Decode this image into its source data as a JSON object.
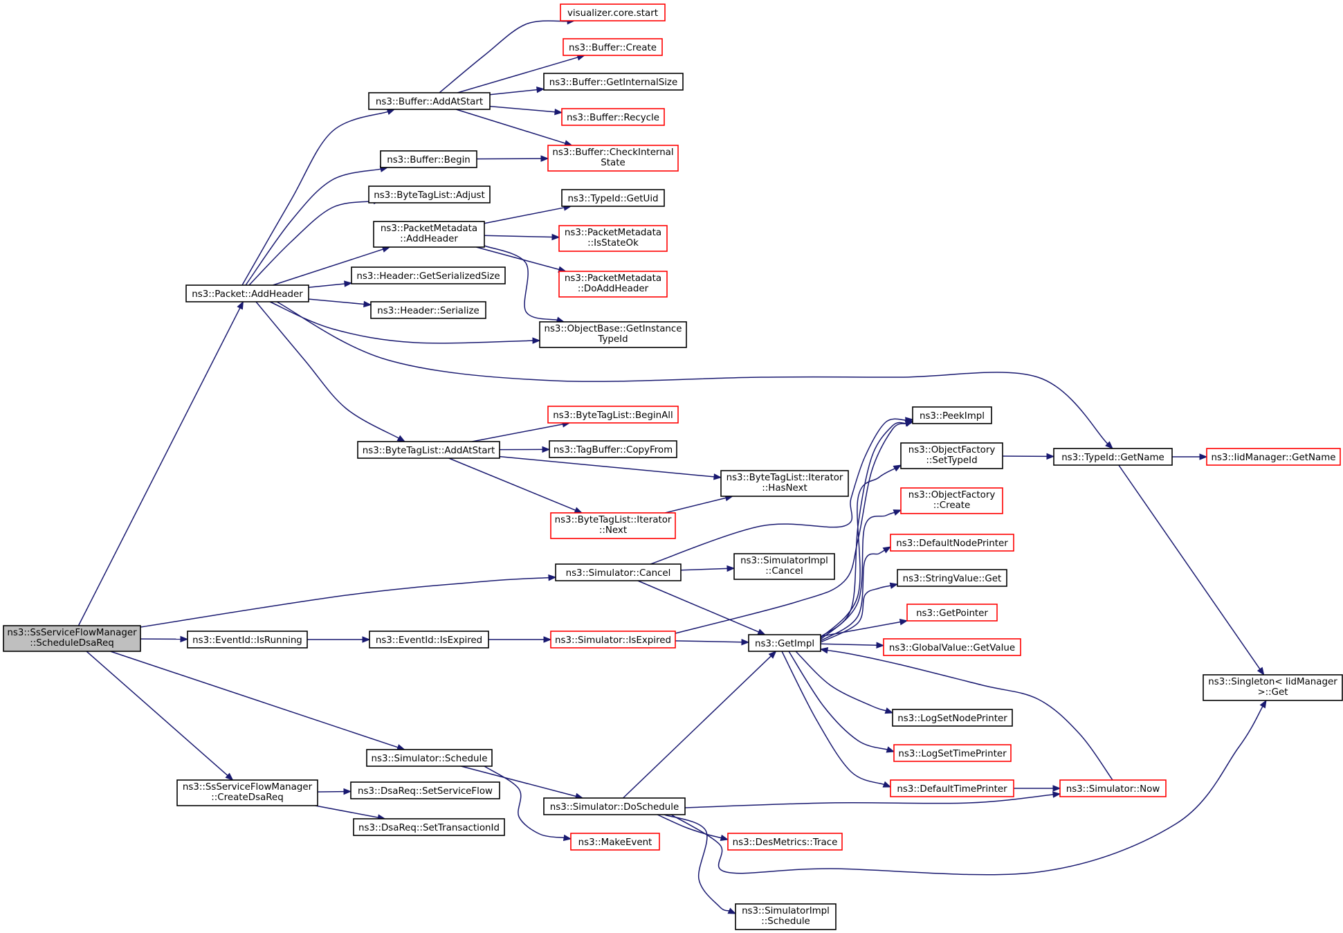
{
  "graph": {
    "colors": {
      "edge": "#191970",
      "root_fill": "#bfbfbf",
      "node_fill": "#ffffff",
      "border_normal": "#000000",
      "border_truncated": "#ff0000"
    },
    "nodes": [
      {
        "id": "root",
        "lines": [
          "ns3::SsServiceFlowManager",
          "::ScheduleDsaReq"
        ],
        "style": "root"
      },
      {
        "id": "addHeader",
        "lines": [
          "ns3::Packet::AddHeader"
        ],
        "style": "normal"
      },
      {
        "id": "createDsaReq",
        "lines": [
          "ns3::SsServiceFlowManager",
          "::CreateDsaReq"
        ],
        "style": "normal"
      },
      {
        "id": "eventIsRunning",
        "lines": [
          "ns3::EventId::IsRunning"
        ],
        "style": "normal"
      },
      {
        "id": "simSchedule",
        "lines": [
          "ns3::Simulator::Schedule"
        ],
        "style": "normal"
      },
      {
        "id": "simCancel",
        "lines": [
          "ns3::Simulator::Cancel"
        ],
        "style": "normal"
      },
      {
        "id": "bufAddAtStart",
        "lines": [
          "ns3::Buffer::AddAtStart"
        ],
        "style": "normal"
      },
      {
        "id": "bufBegin",
        "lines": [
          "ns3::Buffer::Begin"
        ],
        "style": "normal"
      },
      {
        "id": "btlAdjust",
        "lines": [
          "ns3::ByteTagList::Adjust"
        ],
        "style": "normal"
      },
      {
        "id": "pmAddHeader",
        "lines": [
          "ns3::PacketMetadata",
          "::AddHeader"
        ],
        "style": "normal"
      },
      {
        "id": "hdrSerSize",
        "lines": [
          "ns3::Header::GetSerializedSize"
        ],
        "style": "normal"
      },
      {
        "id": "hdrSerialize",
        "lines": [
          "ns3::Header::Serialize"
        ],
        "style": "normal"
      },
      {
        "id": "btlAddAtStart",
        "lines": [
          "ns3::ByteTagList::AddAtStart"
        ],
        "style": "normal"
      },
      {
        "id": "vizStart",
        "lines": [
          "visualizer.core.start"
        ],
        "style": "truncated"
      },
      {
        "id": "bufCreate",
        "lines": [
          "ns3::Buffer::Create"
        ],
        "style": "truncated"
      },
      {
        "id": "bufGetIntSize",
        "lines": [
          "ns3::Buffer::GetInternalSize"
        ],
        "style": "normal"
      },
      {
        "id": "bufRecycle",
        "lines": [
          "ns3::Buffer::Recycle"
        ],
        "style": "truncated"
      },
      {
        "id": "bufCheckInt",
        "lines": [
          "ns3::Buffer::CheckInternal",
          "State"
        ],
        "style": "truncated"
      },
      {
        "id": "typeGetUid",
        "lines": [
          "ns3::TypeId::GetUid"
        ],
        "style": "normal"
      },
      {
        "id": "pmIsStateOk",
        "lines": [
          "ns3::PacketMetadata",
          "::IsStateOk"
        ],
        "style": "truncated"
      },
      {
        "id": "pmDoAddHeader",
        "lines": [
          "ns3::PacketMetadata",
          "::DoAddHeader"
        ],
        "style": "truncated"
      },
      {
        "id": "objGetInstTid",
        "lines": [
          "ns3::ObjectBase::GetInstance",
          "TypeId"
        ],
        "style": "normal"
      },
      {
        "id": "btlBeginAll",
        "lines": [
          "ns3::ByteTagList::BeginAll"
        ],
        "style": "truncated"
      },
      {
        "id": "tagBufCopy",
        "lines": [
          "ns3::TagBuffer::CopyFrom"
        ],
        "style": "normal"
      },
      {
        "id": "btlIterHasNext",
        "lines": [
          "ns3::ByteTagList::Iterator",
          "::HasNext"
        ],
        "style": "normal"
      },
      {
        "id": "btlIterNext",
        "lines": [
          "ns3::ByteTagList::Iterator",
          "::Next"
        ],
        "style": "truncated"
      },
      {
        "id": "simImplCancel",
        "lines": [
          "ns3::SimulatorImpl",
          "::Cancel"
        ],
        "style": "normal"
      },
      {
        "id": "eventIsExpired",
        "lines": [
          "ns3::EventId::IsExpired"
        ],
        "style": "normal"
      },
      {
        "id": "simIsExpired",
        "lines": [
          "ns3::Simulator::IsExpired"
        ],
        "style": "truncated"
      },
      {
        "id": "getImpl",
        "lines": [
          "ns3::GetImpl"
        ],
        "style": "normal"
      },
      {
        "id": "peekImpl",
        "lines": [
          "ns3::PeekImpl"
        ],
        "style": "normal"
      },
      {
        "id": "ofSetTypeId",
        "lines": [
          "ns3::ObjectFactory",
          "::SetTypeId"
        ],
        "style": "normal"
      },
      {
        "id": "ofCreate",
        "lines": [
          "ns3::ObjectFactory",
          "::Create"
        ],
        "style": "truncated"
      },
      {
        "id": "defNodePrinter",
        "lines": [
          "ns3::DefaultNodePrinter"
        ],
        "style": "truncated"
      },
      {
        "id": "strValGet",
        "lines": [
          "ns3::StringValue::Get"
        ],
        "style": "normal"
      },
      {
        "id": "getPointer",
        "lines": [
          "ns3::GetPointer"
        ],
        "style": "truncated"
      },
      {
        "id": "gvGetValue",
        "lines": [
          "ns3::GlobalValue::GetValue"
        ],
        "style": "truncated"
      },
      {
        "id": "logSetNodePrinter",
        "lines": [
          "ns3::LogSetNodePrinter"
        ],
        "style": "normal"
      },
      {
        "id": "logSetTimePrinter",
        "lines": [
          "ns3::LogSetTimePrinter"
        ],
        "style": "truncated"
      },
      {
        "id": "defTimePrinter",
        "lines": [
          "ns3::DefaultTimePrinter"
        ],
        "style": "truncated"
      },
      {
        "id": "simNow",
        "lines": [
          "ns3::Simulator::Now"
        ],
        "style": "truncated"
      },
      {
        "id": "typeGetName",
        "lines": [
          "ns3::TypeId::GetName"
        ],
        "style": "normal"
      },
      {
        "id": "iidGetName",
        "lines": [
          "ns3::IidManager::GetName"
        ],
        "style": "truncated"
      },
      {
        "id": "singletonGet",
        "lines": [
          "ns3::Singleton< IidManager",
          ">::Get"
        ],
        "style": "normal"
      },
      {
        "id": "simDoSchedule",
        "lines": [
          "ns3::Simulator::DoSchedule"
        ],
        "style": "normal"
      },
      {
        "id": "makeEvent",
        "lines": [
          "ns3::MakeEvent"
        ],
        "style": "truncated"
      },
      {
        "id": "dsaSetSF",
        "lines": [
          "ns3::DsaReq::SetServiceFlow"
        ],
        "style": "normal"
      },
      {
        "id": "dsaSetTid",
        "lines": [
          "ns3::DsaReq::SetTransactionId"
        ],
        "style": "normal"
      },
      {
        "id": "desTrace",
        "lines": [
          "ns3::DesMetrics::Trace"
        ],
        "style": "truncated"
      },
      {
        "id": "simImplSchedule",
        "lines": [
          "ns3::SimulatorImpl",
          "::Schedule"
        ],
        "style": "normal"
      }
    ],
    "edges": [
      {
        "from": "root",
        "to": "addHeader"
      },
      {
        "from": "root",
        "to": "createDsaReq"
      },
      {
        "from": "root",
        "to": "eventIsRunning"
      },
      {
        "from": "root",
        "to": "simSchedule"
      },
      {
        "from": "root",
        "to": "simCancel"
      },
      {
        "from": "addHeader",
        "to": "bufAddAtStart"
      },
      {
        "from": "addHeader",
        "to": "bufBegin"
      },
      {
        "from": "addHeader",
        "to": "btlAdjust"
      },
      {
        "from": "addHeader",
        "to": "pmAddHeader"
      },
      {
        "from": "addHeader",
        "to": "hdrSerSize"
      },
      {
        "from": "addHeader",
        "to": "hdrSerialize"
      },
      {
        "from": "addHeader",
        "to": "objGetInstTid"
      },
      {
        "from": "addHeader",
        "to": "typeGetName"
      },
      {
        "from": "addHeader",
        "to": "btlAddAtStart"
      },
      {
        "from": "bufAddAtStart",
        "to": "vizStart"
      },
      {
        "from": "bufAddAtStart",
        "to": "bufCreate"
      },
      {
        "from": "bufAddAtStart",
        "to": "bufGetIntSize"
      },
      {
        "from": "bufAddAtStart",
        "to": "bufRecycle"
      },
      {
        "from": "bufAddAtStart",
        "to": "bufCheckInt"
      },
      {
        "from": "bufBegin",
        "to": "bufCheckInt"
      },
      {
        "from": "pmAddHeader",
        "to": "typeGetUid"
      },
      {
        "from": "pmAddHeader",
        "to": "pmIsStateOk"
      },
      {
        "from": "pmAddHeader",
        "to": "pmDoAddHeader"
      },
      {
        "from": "pmAddHeader",
        "to": "objGetInstTid"
      },
      {
        "from": "btlAddAtStart",
        "to": "btlBeginAll"
      },
      {
        "from": "btlAddAtStart",
        "to": "tagBufCopy"
      },
      {
        "from": "btlAddAtStart",
        "to": "btlIterHasNext"
      },
      {
        "from": "btlAddAtStart",
        "to": "btlIterNext"
      },
      {
        "from": "btlIterNext",
        "to": "btlIterHasNext"
      },
      {
        "from": "simCancel",
        "to": "peekImpl"
      },
      {
        "from": "simCancel",
        "to": "simImplCancel"
      },
      {
        "from": "simCancel",
        "to": "getImpl"
      },
      {
        "from": "eventIsRunning",
        "to": "eventIsExpired"
      },
      {
        "from": "eventIsExpired",
        "to": "simIsExpired"
      },
      {
        "from": "simIsExpired",
        "to": "peekImpl"
      },
      {
        "from": "simIsExpired",
        "to": "getImpl"
      },
      {
        "from": "getImpl",
        "to": "peekImpl"
      },
      {
        "from": "getImpl",
        "to": "ofSetTypeId"
      },
      {
        "from": "getImpl",
        "to": "ofCreate"
      },
      {
        "from": "getImpl",
        "to": "defNodePrinter"
      },
      {
        "from": "getImpl",
        "to": "strValGet"
      },
      {
        "from": "getImpl",
        "to": "getPointer"
      },
      {
        "from": "getImpl",
        "to": "gvGetValue"
      },
      {
        "from": "getImpl",
        "to": "logSetNodePrinter"
      },
      {
        "from": "getImpl",
        "to": "logSetTimePrinter"
      },
      {
        "from": "getImpl",
        "to": "defTimePrinter"
      },
      {
        "from": "ofSetTypeId",
        "to": "typeGetName"
      },
      {
        "from": "typeGetName",
        "to": "iidGetName"
      },
      {
        "from": "typeGetName",
        "to": "singletonGet"
      },
      {
        "from": "defTimePrinter",
        "to": "simNow"
      },
      {
        "from": "simNow",
        "to": "getImpl"
      },
      {
        "from": "simSchedule",
        "to": "simDoSchedule"
      },
      {
        "from": "simSchedule",
        "to": "makeEvent"
      },
      {
        "from": "simDoSchedule",
        "to": "getImpl"
      },
      {
        "from": "simDoSchedule",
        "to": "simNow"
      },
      {
        "from": "simDoSchedule",
        "to": "desTrace"
      },
      {
        "from": "simDoSchedule",
        "to": "simImplSchedule"
      },
      {
        "from": "simDoSchedule",
        "to": "singletonGet"
      },
      {
        "from": "createDsaReq",
        "to": "dsaSetSF"
      },
      {
        "from": "createDsaReq",
        "to": "dsaSetTid"
      }
    ]
  }
}
